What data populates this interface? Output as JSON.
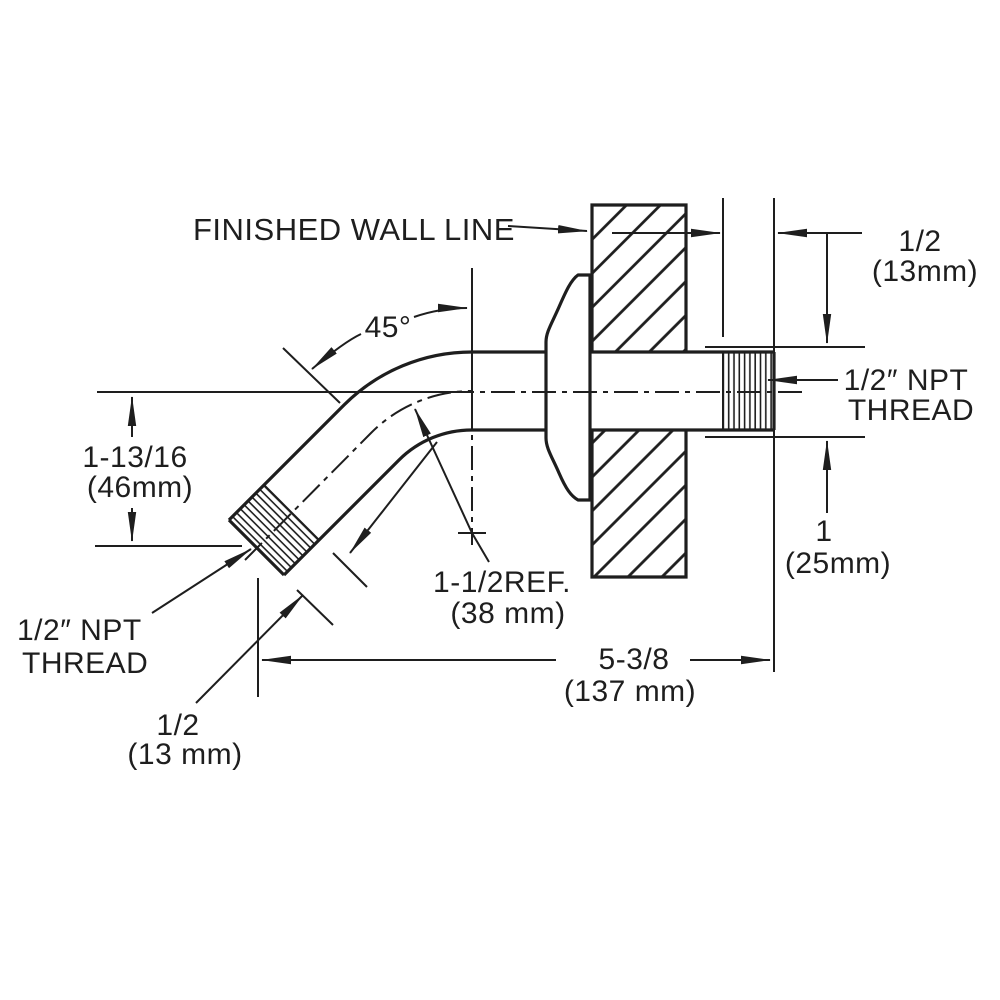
{
  "drawing": {
    "type": "technical-dimension-diagram",
    "subject": "45-degree shower arm through finished wall with escutcheon",
    "colors": {
      "ink": "#1e1e1e",
      "background": "#ffffff"
    },
    "labels": {
      "finished_wall_line": "FINISHED WALL LINE",
      "angle": "45°",
      "wall_thread_len_in": "1/2",
      "wall_thread_len_mm": "(13mm)",
      "npt_right_line1": "1/2″ NPT",
      "npt_right_line2": "THREAD",
      "behind_wall_in": "1",
      "behind_wall_mm": "(25mm)",
      "drop_in": "1-13/16",
      "drop_mm": "(46mm)",
      "radius_in": "1-1/2REF.",
      "radius_mm": "(38 mm)",
      "overall_len_in": "5-3/8",
      "overall_len_mm": "(137 mm)",
      "npt_left_line1": "1/2″ NPT",
      "npt_left_line2": "THREAD",
      "outlet_thread_len_in": "1/2",
      "outlet_thread_len_mm": "(13 mm)"
    }
  }
}
